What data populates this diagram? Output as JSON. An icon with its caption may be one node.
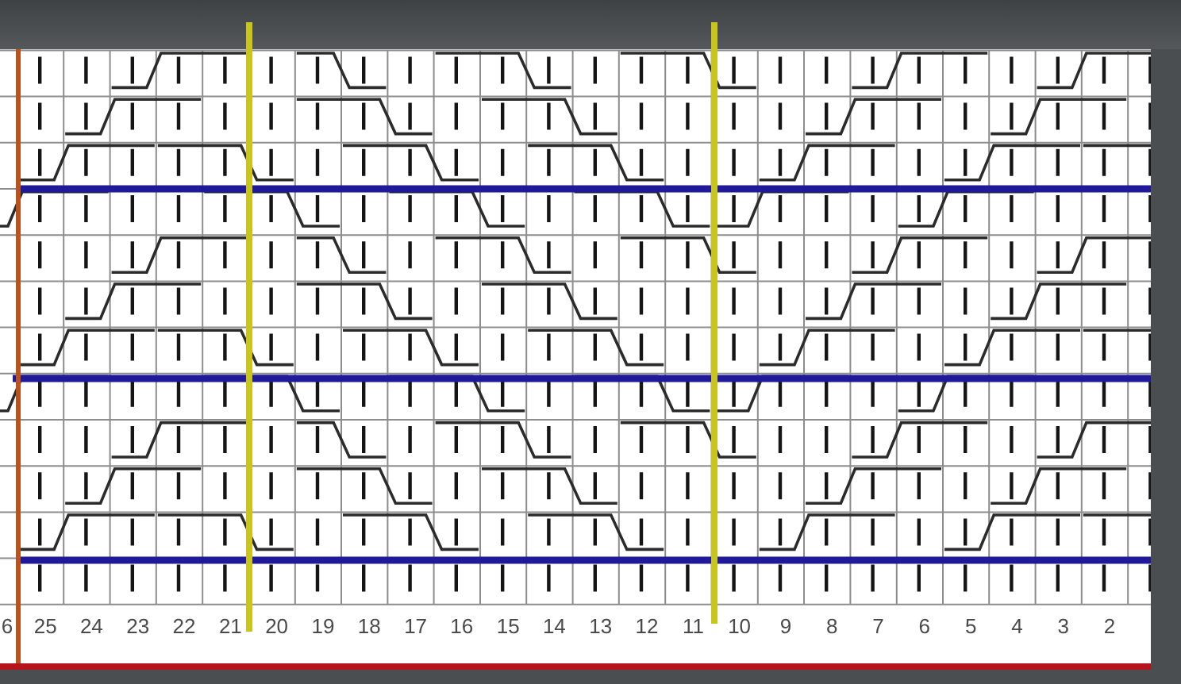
{
  "diagram": {
    "labels": [
      "6",
      "25",
      "24",
      "23",
      "22",
      "21",
      "20",
      "19",
      "18",
      "17",
      "16",
      "15",
      "14",
      "13",
      "12",
      "11",
      "10",
      "9",
      "8",
      "7",
      "6",
      "5",
      "4",
      "3",
      "2"
    ]
  }
}
